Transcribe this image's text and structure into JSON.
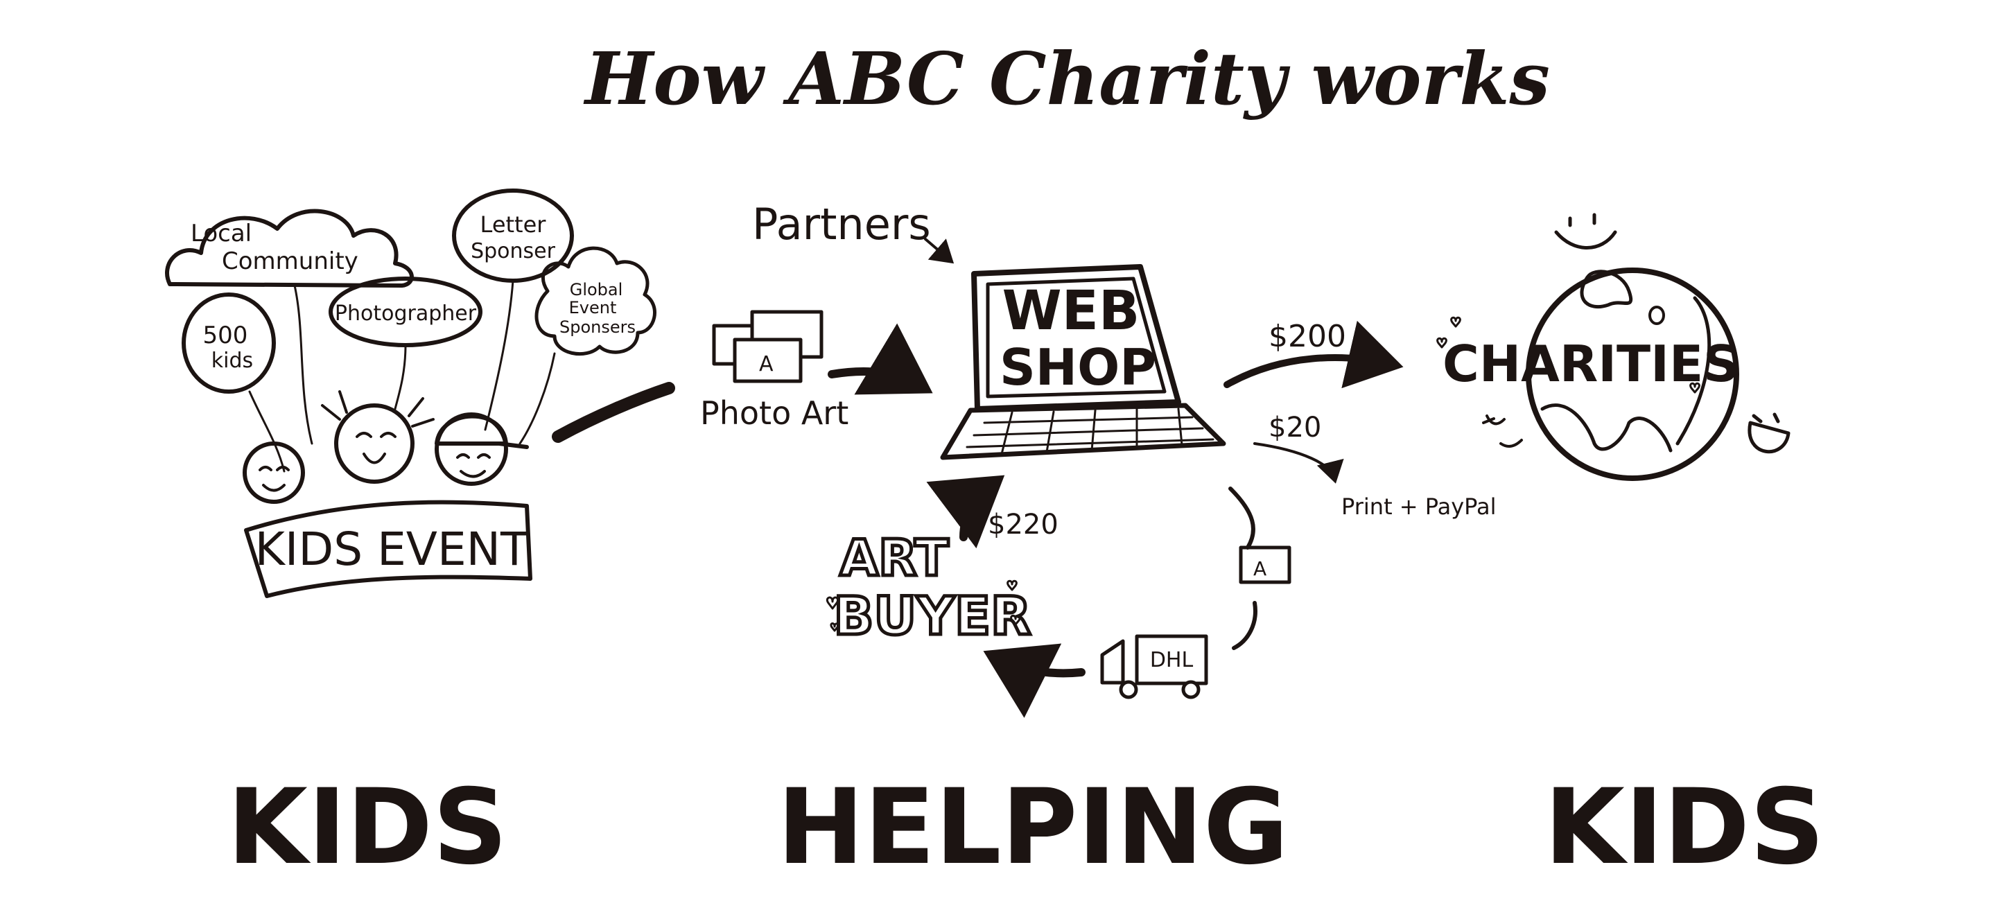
{
  "title": "How ABC Charity works",
  "balloons": {
    "local_community": [
      "Local",
      "Community"
    ],
    "letter_sponsor": [
      "Letter",
      "Sponser"
    ],
    "five_hundred_kids": [
      "500",
      "kids"
    ],
    "photographer": "Photographer",
    "global_sponsors": [
      "Global",
      "Event",
      "Sponsers"
    ]
  },
  "banner": "KIDS EVENT",
  "partners": "Partners",
  "photo_art": "Photo Art",
  "frame_letter": "A",
  "web_shop": [
    "WEB",
    "SHOP"
  ],
  "amounts": {
    "charities": "$200",
    "print_paypal": "$20",
    "art_buyer": "$220"
  },
  "charities": "CHARITIES",
  "print_paypal": "Print + PayPal",
  "art_buyer": [
    "ART",
    "BUYER"
  ],
  "truck_label": "DHL",
  "bottom": [
    "KIDS",
    "HELPING",
    "KIDS"
  ],
  "colors": {
    "ink": "#1c1412",
    "background": "#ffffff"
  }
}
